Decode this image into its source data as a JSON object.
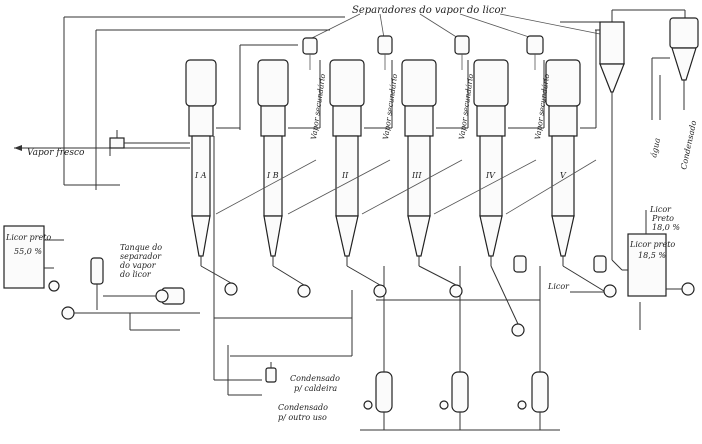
{
  "labels": {
    "separators": "Separadores do vapor do licor",
    "fresh_steam": "Vapor fresco",
    "black_liquor_left": "Licor preto",
    "black_liquor_left_pct": "55,0 %",
    "tank_line1": "Tanque do",
    "tank_line2": "separador",
    "tank_line3": "do vapor",
    "tank_line4": "do licor",
    "secondary_vapor": "Vapor secundário",
    "effects": [
      "I A",
      "I B",
      "II",
      "III",
      "IV",
      "V"
    ],
    "water": "água",
    "condensate_right": "Condensado",
    "black_liquor_right_1": "Licor",
    "black_liquor_right_2": "Preto",
    "black_liquor_right_3": "18,0 %",
    "black_liquor_tank": "Licor preto",
    "black_liquor_tank_pct": "18,5 %",
    "licor": "Licor",
    "condensate_boiler_1": "Condensado",
    "condensate_boiler_2": "p/ caldeira",
    "condensate_other_1": "Condensado",
    "condensate_other_2": "p/ outro uso"
  }
}
